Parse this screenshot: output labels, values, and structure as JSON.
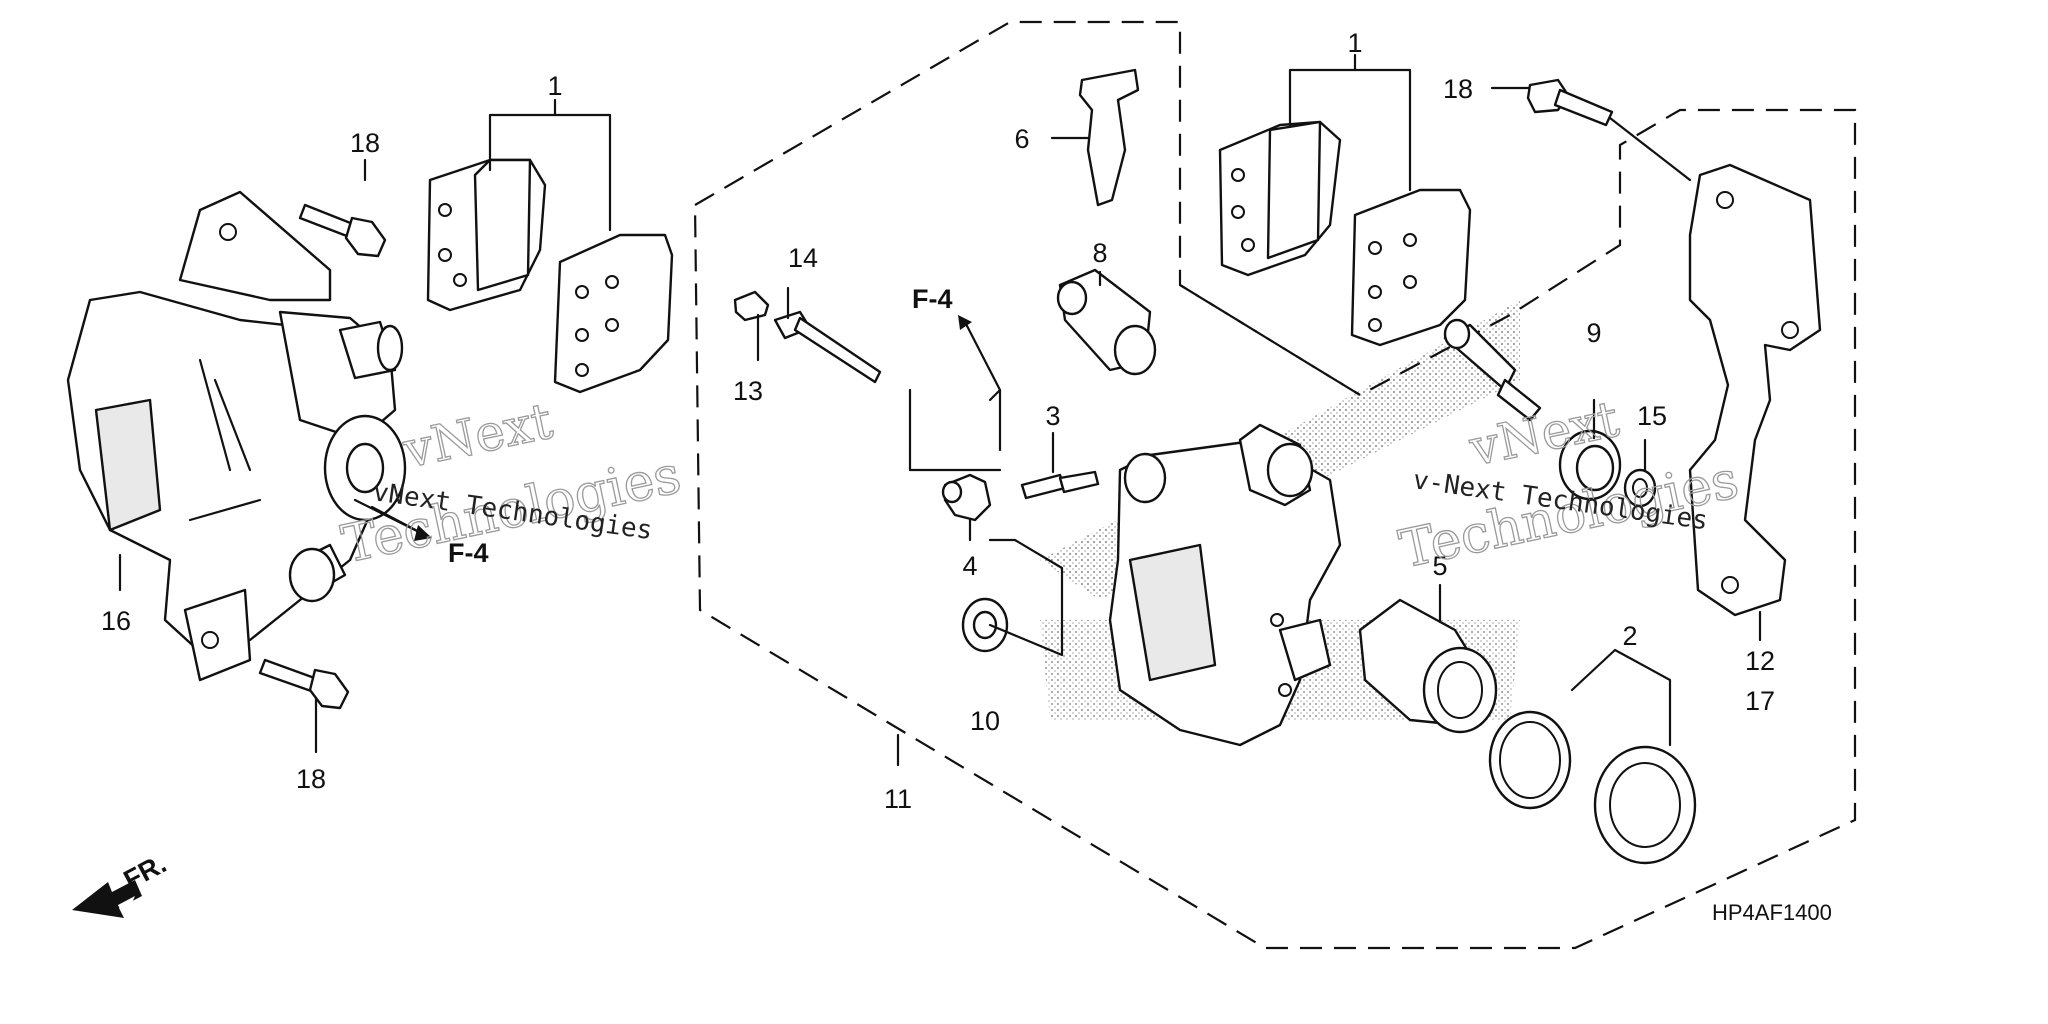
{
  "callouts": {
    "left_pads": "1",
    "right_pads": "1",
    "bolt_top_left": "18",
    "bolt_top_right": "18",
    "bolt_bottom_left": "18",
    "bleeder_screw": "3",
    "bleeder_cap": "4",
    "piston": "5",
    "pad_spring": "6",
    "pin_boot": "8",
    "slide_pin": "9",
    "boot_small": "10",
    "caliper_assy": "11",
    "bracket": "12",
    "bracket_sub": "17",
    "pin_bolt_cap": "13",
    "pad_pin": "14",
    "seal_ring": "15",
    "caliper_complete": "16",
    "piston_seals": "2"
  },
  "refs": {
    "left": "F-4",
    "center": "F-4"
  },
  "front_label": "FR.",
  "diagram_code": "HP4AF1400",
  "watermark": {
    "left_brand": "vNext",
    "left_brand2": "Technologies",
    "left_text": "vNext Technologies",
    "right_brand": "vNext",
    "right_brand2": "Technologies",
    "right_text": "v-Next Technologies"
  }
}
